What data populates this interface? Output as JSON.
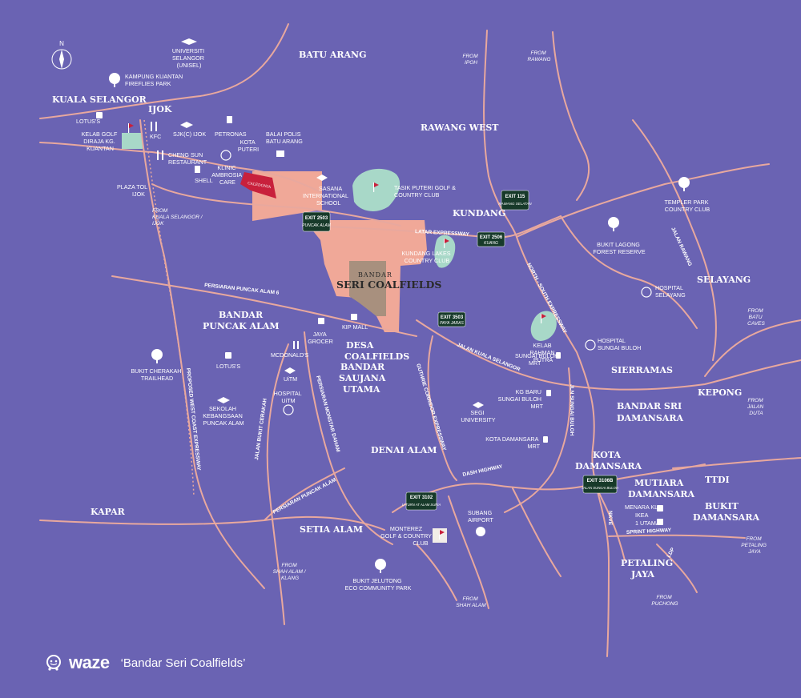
{
  "colors": {
    "background": "#6a63b3",
    "road": "#e8a89e",
    "development": "#f0a898",
    "development_dark": "#a8907e",
    "caledonia": "#c8203c",
    "park": "#a8d8c8",
    "exit_box": "#173a2a",
    "label": "#ffffff"
  },
  "compass": {
    "letter": "N"
  },
  "areas": [
    "KUALA SELANGOR",
    "IJOK",
    "BATU ARANG",
    "RAWANG WEST",
    "KUNDANG",
    "SELAYANG",
    "SIERRAMAS",
    "KEPONG",
    "BANDAR SRI DAMANSARA",
    "KOTA DAMANSARA",
    "MUTIARA DAMANSARA",
    "TTDI",
    "BUKIT DAMANSARA",
    "PETALING JAYA",
    "SETIA ALAM",
    "KAPAR",
    "DENAI ALAM",
    "BANDAR SAUJANA UTAMA",
    "DESA COALFIELDS",
    "BANDAR PUNCAK ALAM"
  ],
  "highlight": {
    "small": "BANDAR",
    "big": "SERI COALFIELDS",
    "caledonia": "CALEDONIA"
  },
  "pois": [
    "UNIVERSITI SELANGOR (UNISEL)",
    "KAMPUNG KUANTAN FIREFLIES PARK",
    "LOTUS'S",
    "KELAB GOLF DIRAJA KG. KUANTAN",
    "KFC",
    "SJK(C) IJOK",
    "PETRONAS",
    "KOTA PUTERI",
    "BALAI POLIS BATU ARANG",
    "CHENG SUN RESTAURANT",
    "KLINIC AMBROSIA CARE",
    "SHELL",
    "PLAZA TOL IJOK",
    "SASANA INTERNATIONAL SCHOOL",
    "TASIK PUTERI GOLF & COUNTRY CLUB",
    "KUNDANG LAKES COUNTRY CLUB",
    "TEMPLER PARK COUNTRY CLUB",
    "BUKIT LAGONG FOREST RESERVE",
    "HOSPITAL SELAYANG",
    "KELAB RAHMAN PUTRA",
    "HOSPITAL SUNGAI BULOH",
    "SUNGAI BULOH MRT",
    "KG BARU SUNGAI BULOH MRT",
    "SEGI UNIVERSITY",
    "KOTA DAMANSARA MRT",
    "JAYA GROCER",
    "KIP MALL",
    "MCDONALD'S",
    "LOTUS'S",
    "UiTM",
    "HOSPITAL UiTM",
    "SEKOLAH KEBANGSAAN PUNCAK ALAM",
    "BUKIT CHERAKAH TRAILHEAD",
    "MONTEREZ GOLF & COUNTRY CLUB",
    "SUBANG AIRPORT",
    "BUKIT JELUTONG ECO COMMUNITY PARK",
    "MENARA KLK",
    "IKEA",
    "1 UTAMA"
  ],
  "roads": [
    "LATAR EXPRESSWAY",
    "NORTH - SOUTH EXPRESSWAY",
    "JALAN KUALA SELANGOR",
    "JALAN RAWANG",
    "GUTHRIE CORRIDOR EXPRESSWAY",
    "DASH HIGHWAY",
    "PERSIARAN PUNCAK ALAM 6",
    "PERSIARAN PUNCAK ALAM",
    "JALAN BUKIT CERAKAH",
    "PERSIARAN MONSTAR DAHAM",
    "PROPOSED WEST COAST EXPRESSWAY",
    "JLN SUNGAI BULOH",
    "SPRINT HIGHWAY",
    "NKVE",
    "LDP"
  ],
  "exits": [
    {
      "code": "EXIT 2503",
      "name": "PUNCAK ALAM"
    },
    {
      "code": "EXIT 115",
      "name": "RAWANG SELATAN"
    },
    {
      "code": "EXIT 2506",
      "name": "KUANG"
    },
    {
      "code": "EXIT 3503",
      "name": "PAYA JARAS"
    },
    {
      "code": "EXIT 3102",
      "name": "U-TURN AT ALAM SURIA"
    },
    {
      "code": "EXIT 3106B",
      "name": "JALAN SUNGAI BULOH"
    }
  ],
  "from_labels": [
    "FROM IPOH",
    "FROM RAWANG",
    "FROM KUALA SELANGOR / IJOK",
    "FROM BATU CAVES",
    "FROM JALAN DUTA",
    "FROM PETALING JAYA",
    "FROM PUCHONG",
    "FROM SHAH ALAM",
    "FROM SHAH ALAM / KLANG"
  ],
  "footer": {
    "brand": "waze",
    "search": "‘Bandar Seri Coalfields’"
  }
}
